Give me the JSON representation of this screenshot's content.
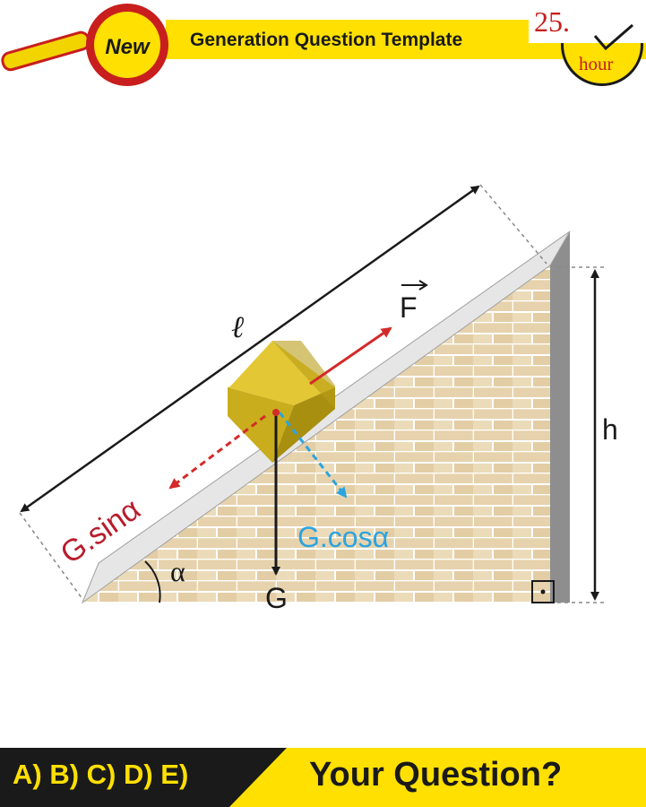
{
  "header": {
    "badge": "New",
    "title": "Generation Question Template",
    "clock_number": "25.",
    "clock_unit": "hour"
  },
  "diagram": {
    "length_label": "ℓ",
    "force_label": "F",
    "weight_label": "G",
    "sin_component_label": "G.sinα",
    "cos_component_label": "G.cosα",
    "angle_label": "α",
    "height_label": "h"
  },
  "footer": {
    "options": "A) B) C) D) E)",
    "question": "Your Question?"
  },
  "colors": {
    "yellow": "#ffe000",
    "red_accent": "#c81e1e",
    "cos_blue": "#2aa4e0",
    "sin_red": "#b81c2c"
  }
}
